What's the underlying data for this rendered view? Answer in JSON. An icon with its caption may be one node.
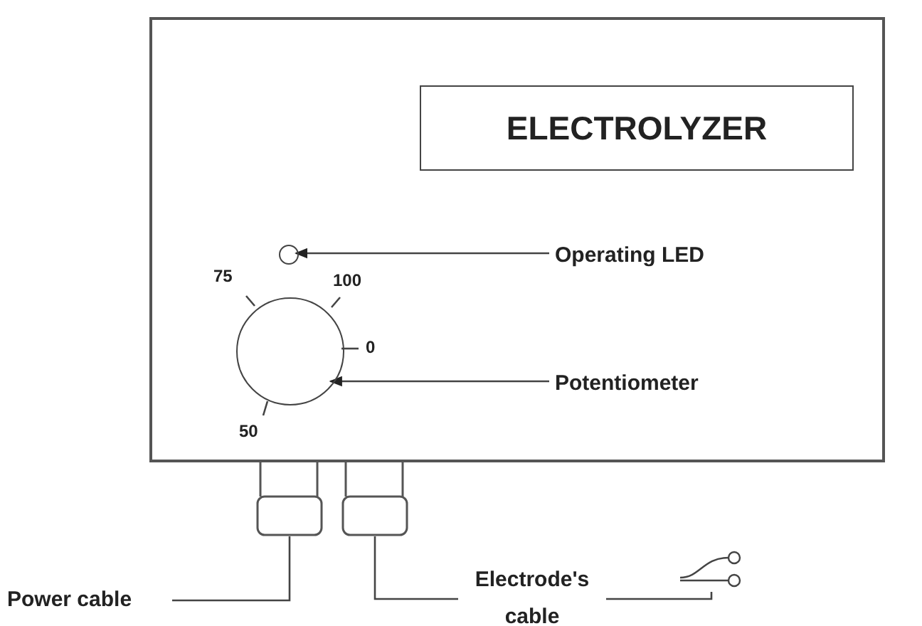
{
  "diagram": {
    "nodes": [
      {
        "text": [],
        "shape": "box"
      },
      {
        "text": [
          "ELECTROLYZER"
        ],
        "in": 0
      },
      {
        "text": [],
        "shape": "circle",
        "in": 0
      },
      {
        "text": [
          "Operating LED"
        ],
        "in": 0
      },
      {
        "text": [],
        "shape": "circle",
        "in": 0
      },
      {
        "text": [
          "Potentiometer"
        ],
        "in": 0
      },
      {
        "text": [],
        "shape": "box"
      },
      {
        "text": [],
        "shape": "box"
      },
      {
        "text": [
          "Power cable"
        ]
      },
      {
        "text": [
          "Electrode's cable"
        ]
      },
      {
        "text": [],
        "shape": "wire"
      }
    ],
    "edges": [
      {
        "from": 3,
        "to": 2,
        "arrow": "to"
      },
      {
        "from": 5,
        "to": 4,
        "arrow": "to"
      },
      {
        "from": 8,
        "to": 6,
        "arrow": "none"
      },
      {
        "from": 9,
        "to": 7,
        "arrow": "none"
      },
      {
        "from": 9,
        "to": 10,
        "arrow": "none"
      }
    ],
    "labels": [
      "75",
      "100",
      "0",
      "50"
    ]
  }
}
